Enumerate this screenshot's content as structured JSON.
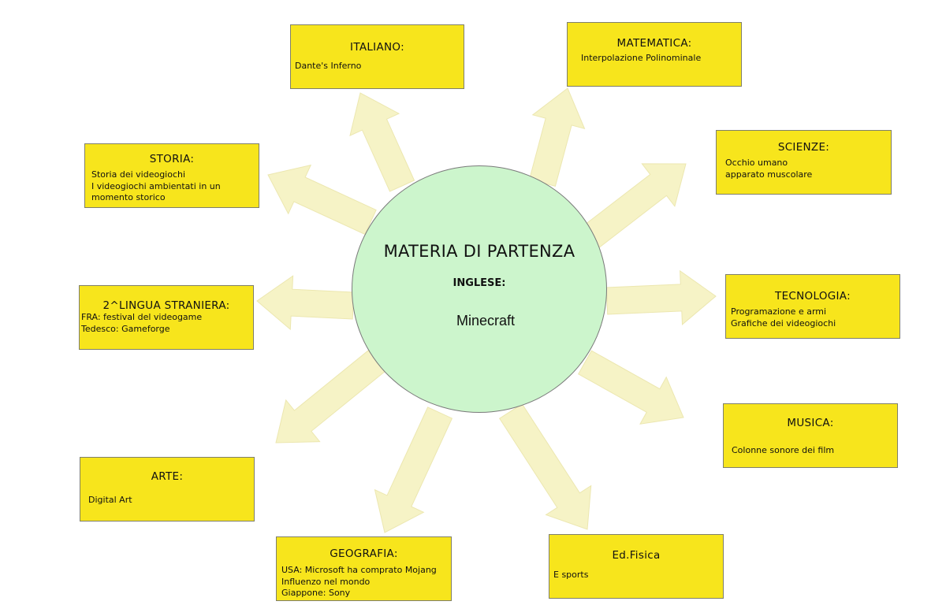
{
  "center": {
    "title": "MATERIA DI PARTENZA",
    "subject": "INGLESE:",
    "topic": "Minecraft"
  },
  "boxes": {
    "italiano": {
      "title": "ITALIANO:",
      "content": "Dante's Inferno"
    },
    "matematica": {
      "title": "MATEMATICA:",
      "content": "Interpolazione Polinominale"
    },
    "storia": {
      "title": "STORIA:",
      "content": "Storia dei videogiochi\nI videogiochi ambientati in un\nmomento storico"
    },
    "scienze": {
      "title": "SCIENZE:",
      "content": "Occhio umano\napparato muscolare"
    },
    "lingua": {
      "title": "2^LINGUA STRANIERA:",
      "content": "FRA: festival del videogame\nTedesco: Gameforge"
    },
    "tecnologia": {
      "title": "TECNOLOGIA:",
      "content": "Programazione e armi\nGrafiche dei videogiochi"
    },
    "musica": {
      "title": "MUSICA:",
      "content": "Colonne sonore dei film"
    },
    "arte": {
      "title": "ARTE:",
      "content": "Digital Art"
    },
    "geografia": {
      "title": "GEOGRAFIA:",
      "content": "USA: Microsoft ha comprato Mojang\nInfluenzo nel mondo\nGiappone: Sony"
    },
    "edfisica": {
      "title": "Ed.Fisica",
      "content": "E sports"
    }
  },
  "colors": {
    "box_fill": "#f7e51c",
    "circle_fill": "#ccf5cc",
    "arrow_fill": "#f6f3c6"
  }
}
